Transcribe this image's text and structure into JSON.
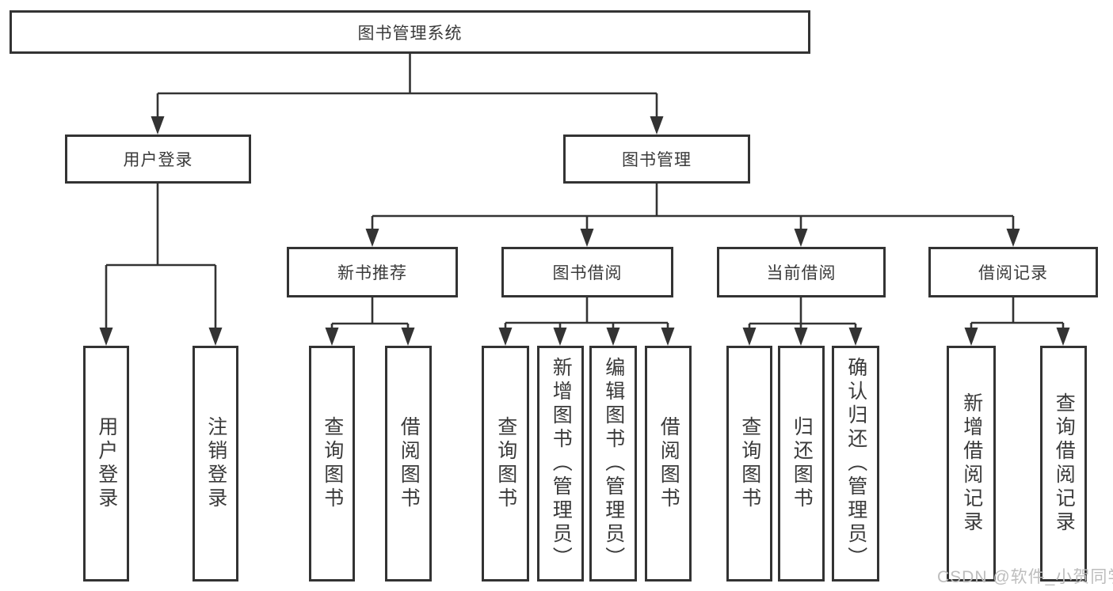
{
  "diagram": {
    "root": {
      "label": "图书管理系统"
    },
    "level2": [
      {
        "label": "用户登录"
      },
      {
        "label": "图书管理"
      }
    ],
    "level3": [
      {
        "label": "新书推荐"
      },
      {
        "label": "图书借阅"
      },
      {
        "label": "当前借阅"
      },
      {
        "label": "借阅记录"
      }
    ],
    "leaves": {
      "user_login": [
        "用户登录",
        "注销登录"
      ],
      "new_book": [
        "查询图书",
        "借阅图书"
      ],
      "book_borrow": [
        "查询图书",
        "新增图书（管理员）",
        "编辑图书（管理员）",
        "借阅图书"
      ],
      "current_borrow": [
        "查询图书",
        "归还图书",
        "确认归还（管理员）"
      ],
      "borrow_record": [
        "新增借阅记录",
        "查询借阅记录"
      ]
    },
    "colors": {
      "line": "#333333",
      "text": "#3a3a3a",
      "background": "#ffffff",
      "watermark": "#bdbdbd"
    }
  },
  "watermark": {
    "text": "CSDN @软件_小贺同学"
  }
}
